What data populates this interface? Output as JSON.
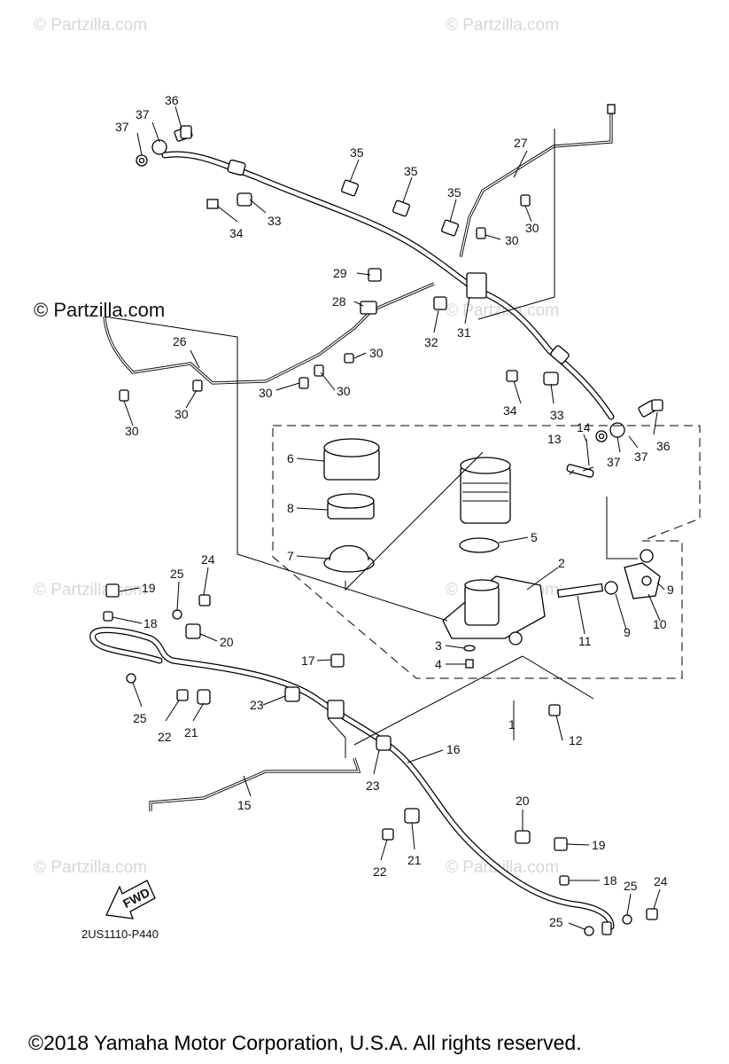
{
  "watermarks": {
    "main": "© Partzilla.com",
    "repeat": "© Partzilla.com"
  },
  "diagram_code": "2US1110-P440",
  "fwd_label": "FWD",
  "copyright": "©2018 Yamaha Motor Corporation, U.S.A. All rights reserved.",
  "callouts": [
    "1",
    "2",
    "3",
    "4",
    "5",
    "6",
    "7",
    "8",
    "9",
    "9",
    "10",
    "11",
    "12",
    "13",
    "14",
    "15",
    "16",
    "17",
    "18",
    "18",
    "19",
    "19",
    "20",
    "20",
    "21",
    "21",
    "22",
    "22",
    "23",
    "23",
    "24",
    "24",
    "25",
    "25",
    "25",
    "25",
    "26",
    "27",
    "28",
    "29",
    "30",
    "30",
    "30",
    "30",
    "30",
    "30",
    "30",
    "31",
    "32",
    "33",
    "33",
    "34",
    "34",
    "35",
    "35",
    "35",
    "36",
    "36",
    "37",
    "37",
    "37",
    "37"
  ]
}
